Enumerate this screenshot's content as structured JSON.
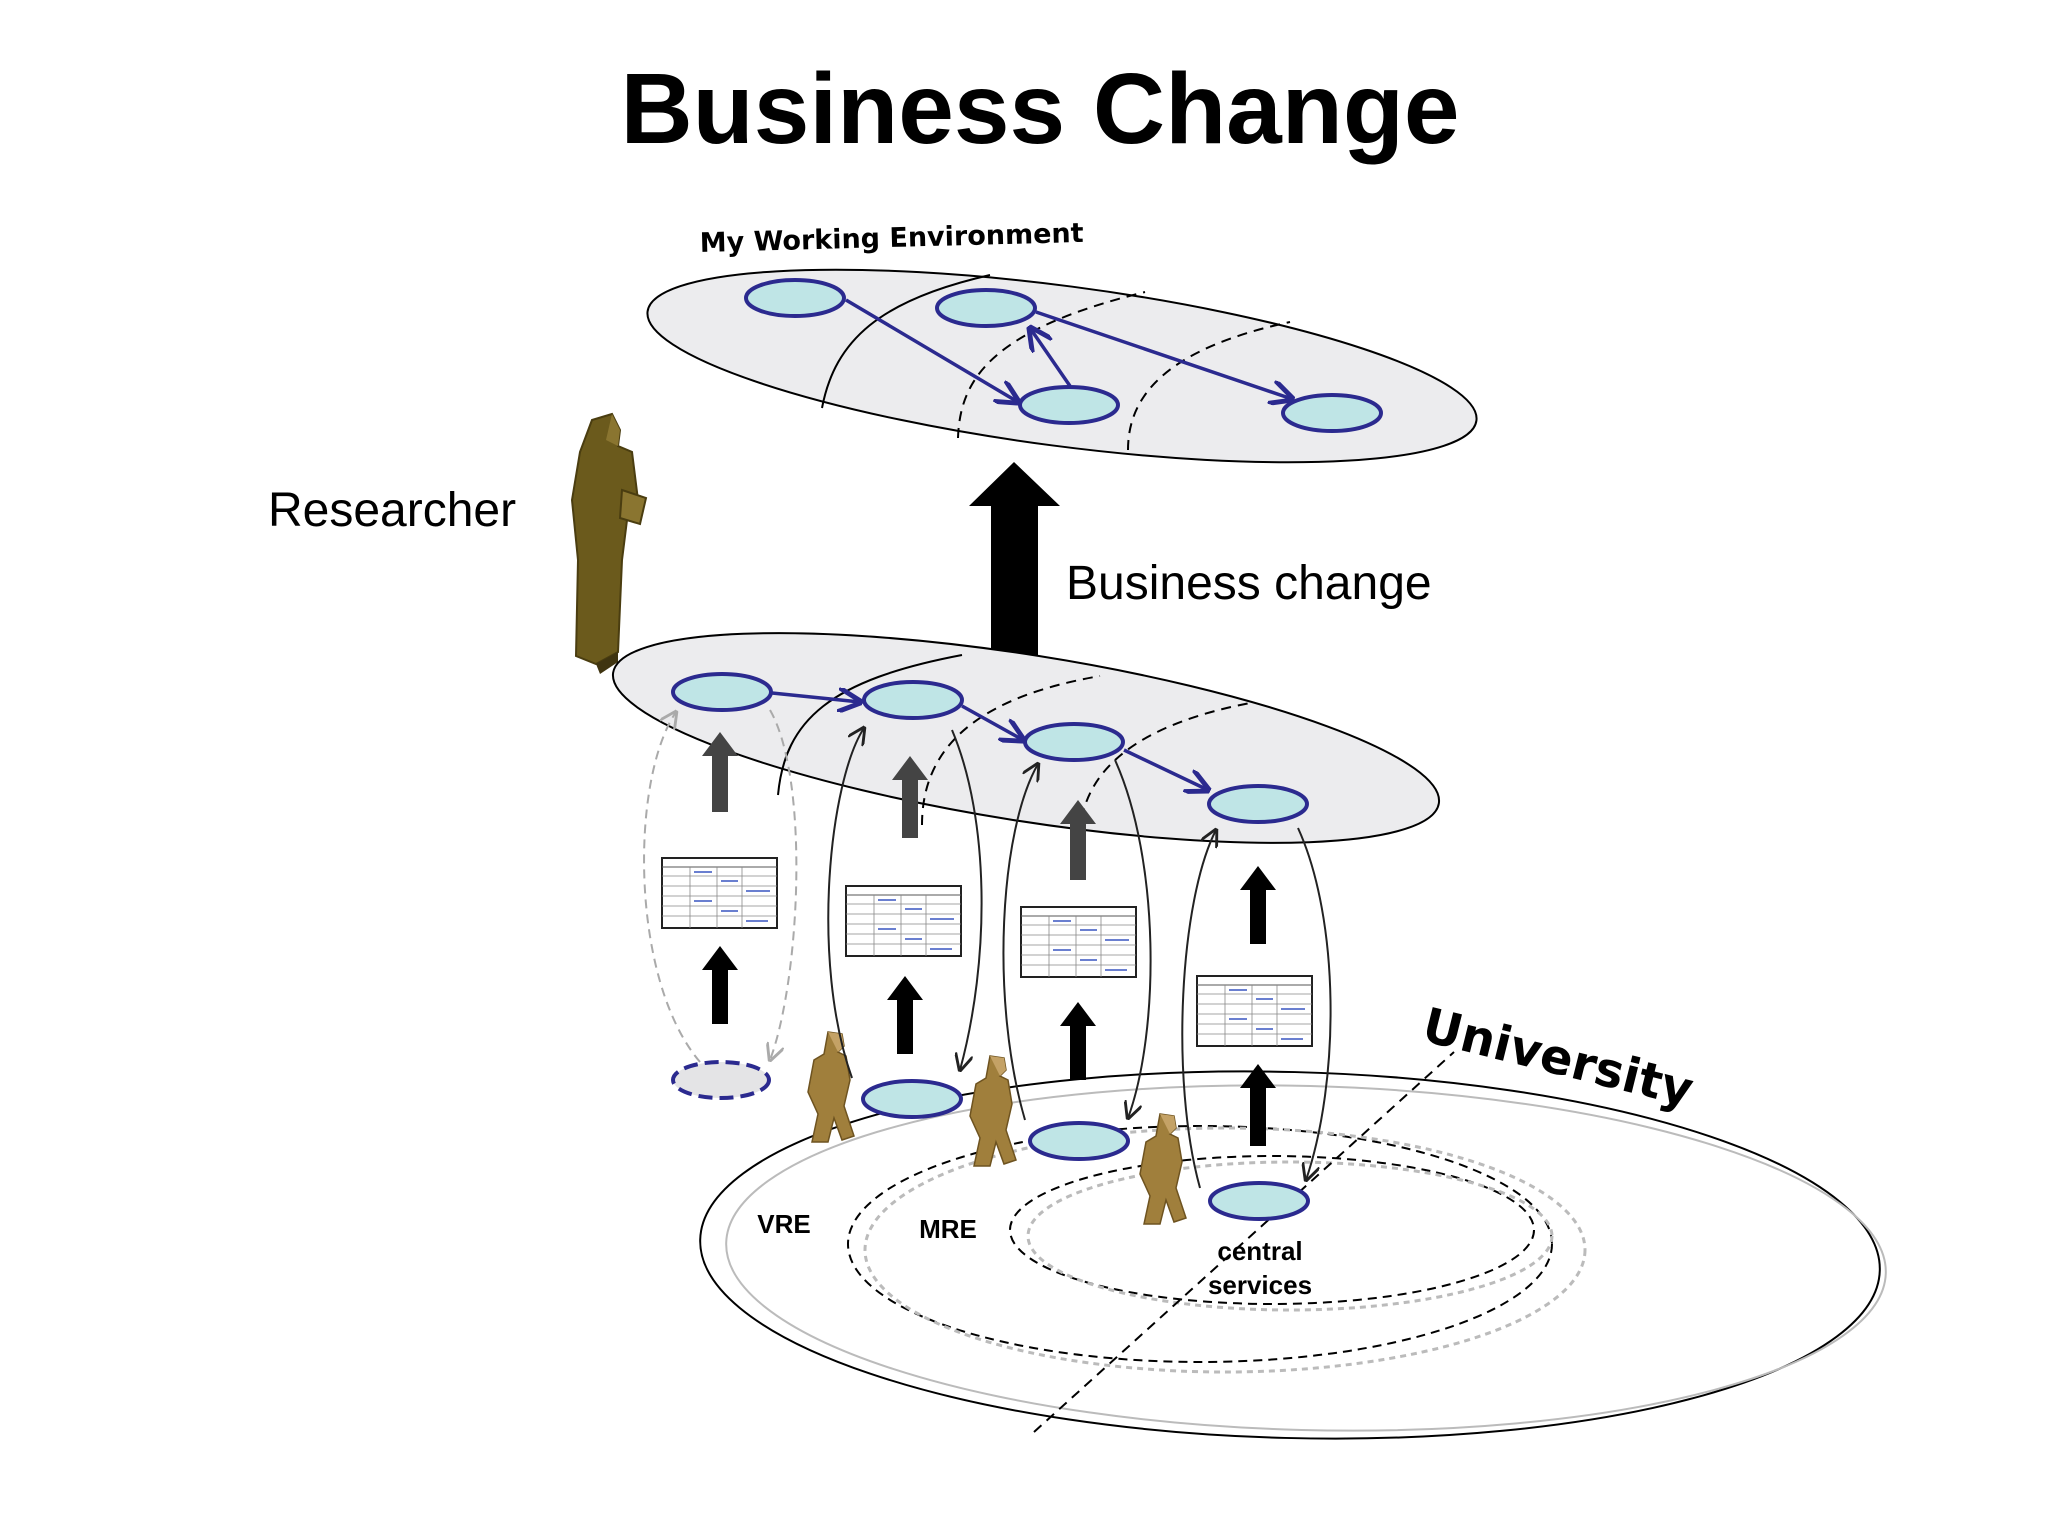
{
  "title": "Business Change",
  "labels": {
    "my_working_environment": "My Working Environment",
    "researcher": "Researcher",
    "business_change": "Business change",
    "university": "University",
    "vre": "VRE",
    "mre": "MRE",
    "central": "central",
    "services": "services"
  },
  "colors": {
    "process_fill": "#bfe5e6",
    "process_stroke": "#2b2a8f",
    "layer_fill": "#ececee",
    "person": "#a07f3c",
    "researcher_figure": "#6b5a1c",
    "arrow": "#000000"
  },
  "icons": [
    "researcher-figure",
    "walking-person",
    "document-table",
    "process-cycle"
  ]
}
